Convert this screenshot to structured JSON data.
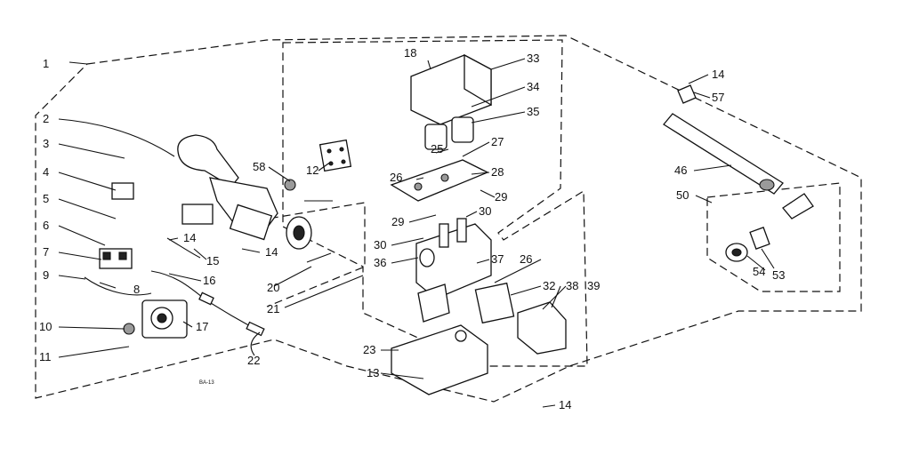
{
  "diagram": {
    "code": "BA-13",
    "callouts": [
      {
        "id": "c1",
        "text": "1"
      },
      {
        "id": "c2",
        "text": "2"
      },
      {
        "id": "c3",
        "text": "3"
      },
      {
        "id": "c4",
        "text": "4"
      },
      {
        "id": "c5",
        "text": "5"
      },
      {
        "id": "c6",
        "text": "6"
      },
      {
        "id": "c7",
        "text": "7"
      },
      {
        "id": "c8",
        "text": "8"
      },
      {
        "id": "c9",
        "text": "9"
      },
      {
        "id": "c10",
        "text": "10"
      },
      {
        "id": "c11",
        "text": "11"
      },
      {
        "id": "c12",
        "text": "12"
      },
      {
        "id": "c13",
        "text": "13"
      },
      {
        "id": "c14a",
        "text": "14"
      },
      {
        "id": "c14b",
        "text": "14"
      },
      {
        "id": "c14c",
        "text": "14"
      },
      {
        "id": "c14d",
        "text": "14"
      },
      {
        "id": "c15",
        "text": "15"
      },
      {
        "id": "c16",
        "text": "16"
      },
      {
        "id": "c17",
        "text": "17"
      },
      {
        "id": "c18",
        "text": "18"
      },
      {
        "id": "c20",
        "text": "20"
      },
      {
        "id": "c21",
        "text": "21"
      },
      {
        "id": "c22",
        "text": "22"
      },
      {
        "id": "c23",
        "text": "23"
      },
      {
        "id": "c25",
        "text": "25"
      },
      {
        "id": "c26a",
        "text": "26"
      },
      {
        "id": "c26b",
        "text": "26"
      },
      {
        "id": "c27",
        "text": "27"
      },
      {
        "id": "c28",
        "text": "28"
      },
      {
        "id": "c29a",
        "text": "29"
      },
      {
        "id": "c29b",
        "text": "29"
      },
      {
        "id": "c30a",
        "text": "30"
      },
      {
        "id": "c30b",
        "text": "30"
      },
      {
        "id": "c32",
        "text": "32"
      },
      {
        "id": "c33",
        "text": "33"
      },
      {
        "id": "c34",
        "text": "34"
      },
      {
        "id": "c35",
        "text": "35"
      },
      {
        "id": "c36",
        "text": "36"
      },
      {
        "id": "c37",
        "text": "37"
      },
      {
        "id": "c38",
        "text": "38"
      },
      {
        "id": "c39",
        "text": "39"
      },
      {
        "id": "c46",
        "text": "46"
      },
      {
        "id": "c50",
        "text": "50"
      },
      {
        "id": "c53",
        "text": "53"
      },
      {
        "id": "c54",
        "text": "54"
      },
      {
        "id": "c57",
        "text": "57"
      },
      {
        "id": "c58",
        "text": "58"
      }
    ]
  }
}
